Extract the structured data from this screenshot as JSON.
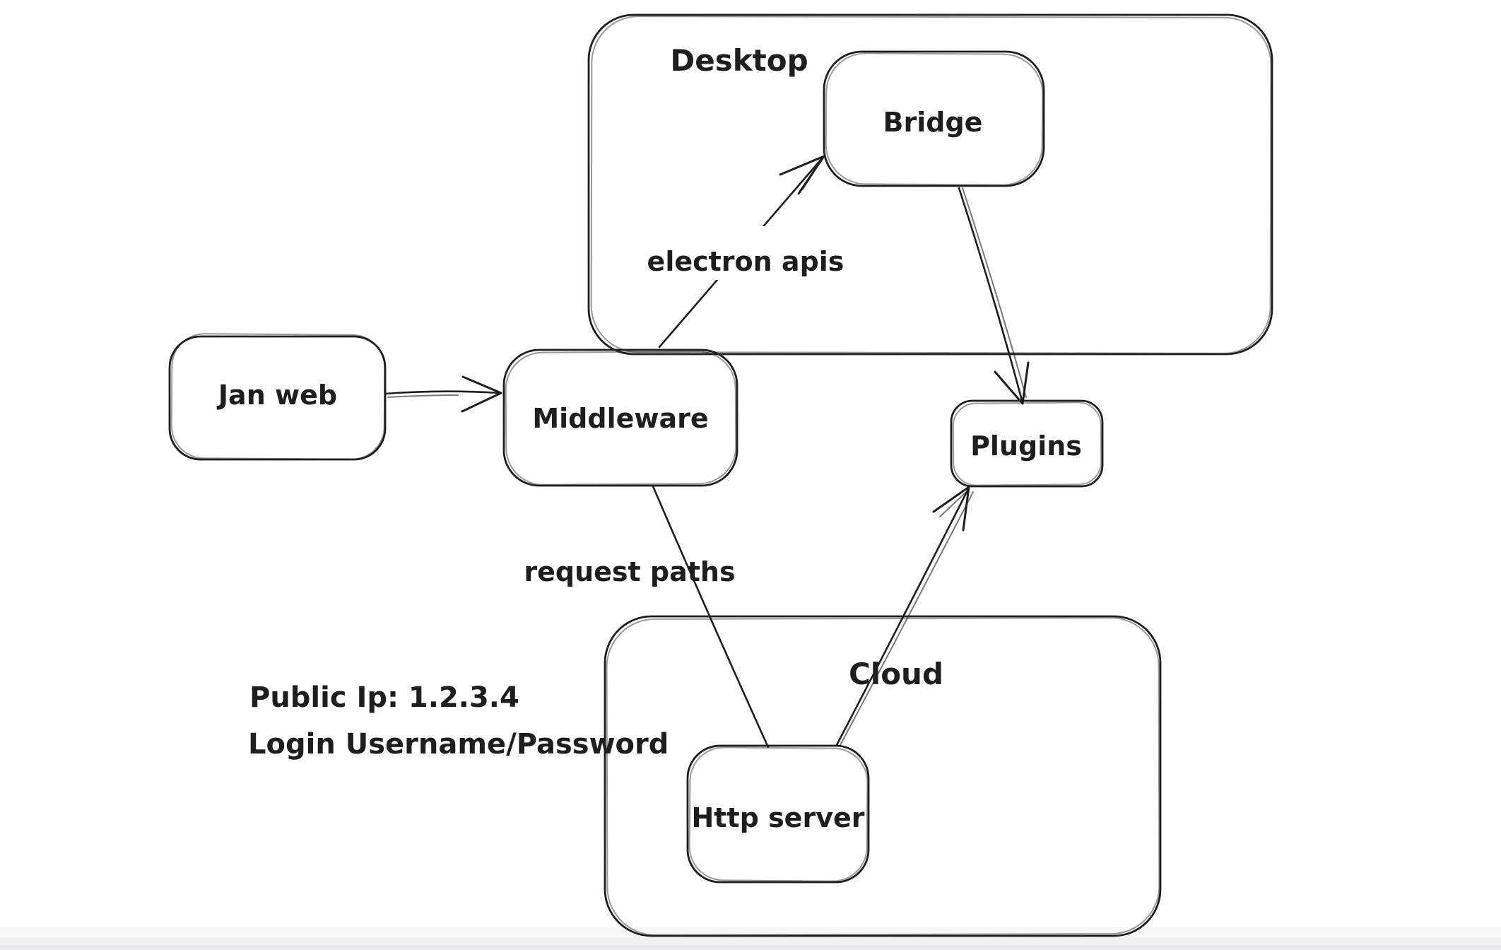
{
  "app": {
    "kind": "hand-drawn architecture sketch",
    "background_color": "#ffffff",
    "ink_color": "#1e1e1e"
  },
  "diagram": {
    "containers": [
      {
        "id": "desktop",
        "label": "Desktop"
      },
      {
        "id": "cloud",
        "label": "Cloud"
      }
    ],
    "nodes": [
      {
        "id": "jan-web",
        "label": "Jan web"
      },
      {
        "id": "middleware",
        "label": "Middleware"
      },
      {
        "id": "bridge",
        "label": "Bridge"
      },
      {
        "id": "plugins",
        "label": "Plugins"
      },
      {
        "id": "http-server",
        "label": "Http server"
      }
    ],
    "edges": [
      {
        "id": "jan-web-to-middleware",
        "from": "Jan web",
        "to": "Middleware",
        "label": ""
      },
      {
        "id": "middleware-to-bridge",
        "from": "Middleware",
        "to": "Bridge",
        "label": "electron apis"
      },
      {
        "id": "bridge-to-plugins",
        "from": "Bridge",
        "to": "Plugins",
        "label": ""
      },
      {
        "id": "middleware-to-http-server",
        "from": "Middleware",
        "to": "Http server",
        "label": "request paths"
      },
      {
        "id": "http-server-to-plugins",
        "from": "Http server",
        "to": "Plugins",
        "label": ""
      }
    ],
    "notes": [
      {
        "id": "public-ip-note",
        "text": "Public Ip: 1.2.3.4"
      },
      {
        "id": "login-note",
        "text": "Login Username/Password"
      }
    ]
  }
}
